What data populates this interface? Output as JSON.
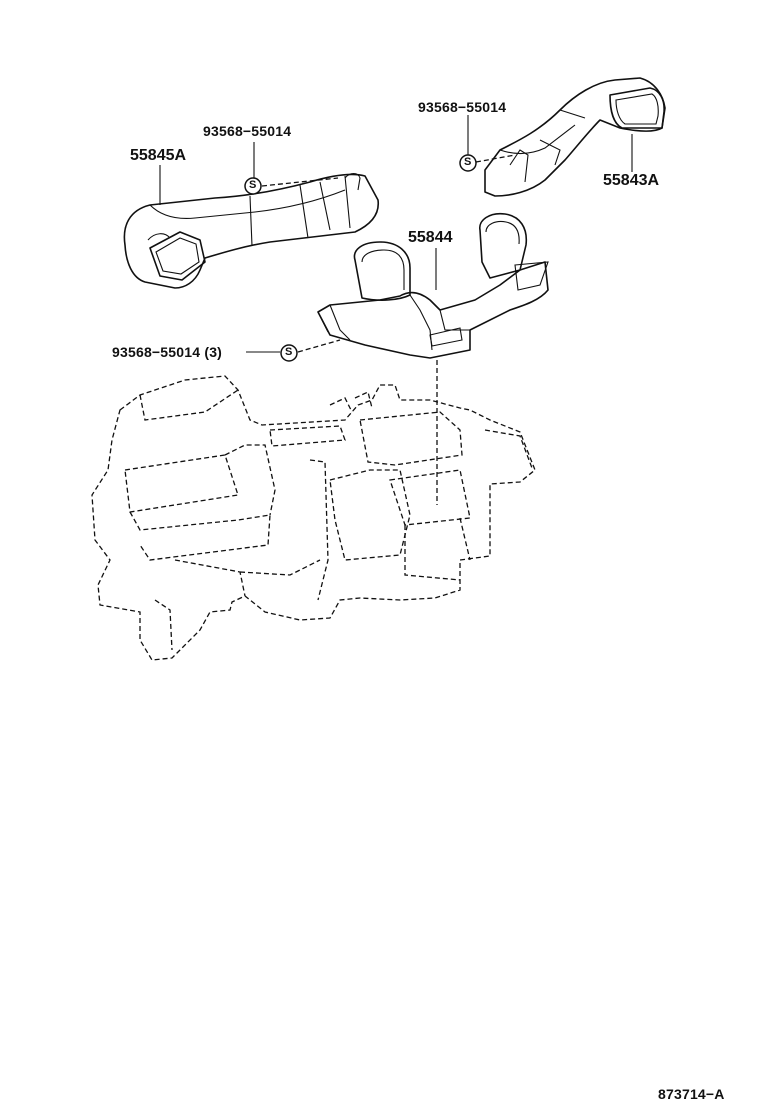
{
  "labels": {
    "clip_top_left": "93568−55014",
    "part_left_duct": "55845A",
    "clip_top_right": "93568−55014",
    "part_right_duct": "55843A",
    "part_center_duct": "55844",
    "clip_center": "93568−55014 (3)",
    "clip_symbol": "S",
    "diagram_number": "873714−A"
  },
  "icons": {
    "clip": "circled-s-clip-icon"
  }
}
